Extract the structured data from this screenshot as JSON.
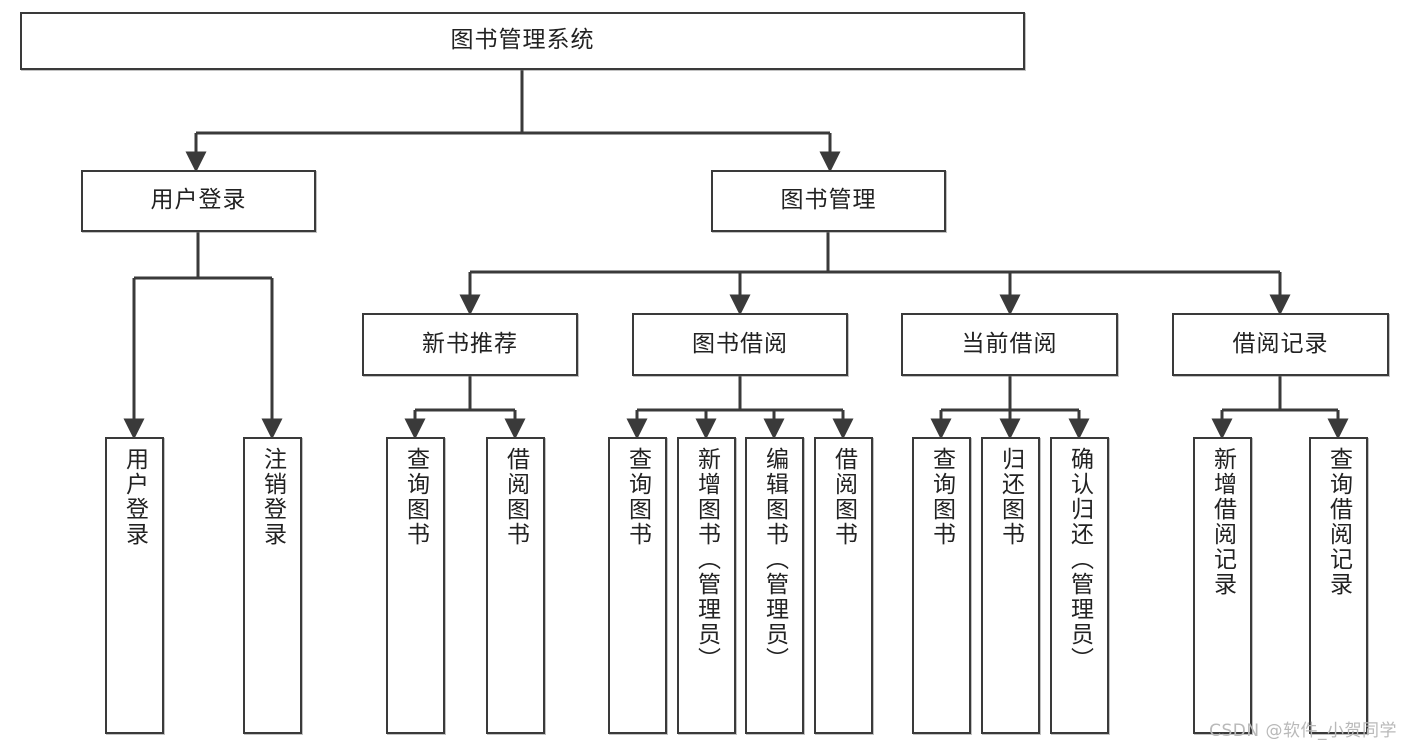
{
  "diagram": {
    "type": "tree-hierarchy-chart",
    "title": "图书管理系统",
    "watermark": "CSDN @软件_小贺同学",
    "colors": {
      "node_border": "#3a3a3a",
      "node_fill": "#ffffff",
      "edge": "#3a3a3a",
      "text": "#222222",
      "watermark": "#b9b9b9",
      "background": "#ffffff"
    },
    "nodes": {
      "root": {
        "label": "图书管理系统"
      },
      "level2": [
        {
          "id": "user-login",
          "label": "用户登录"
        },
        {
          "id": "book-management",
          "label": "图书管理"
        }
      ],
      "level3": [
        {
          "id": "new-book-recommend",
          "label": "新书推荐"
        },
        {
          "id": "book-borrow",
          "label": "图书借阅"
        },
        {
          "id": "current-borrow",
          "label": "当前借阅"
        },
        {
          "id": "borrow-record",
          "label": "借阅记录"
        }
      ],
      "leaves": [
        {
          "id": "leaf-user-login",
          "label": "用户登录",
          "parent": "user-login"
        },
        {
          "id": "leaf-logout-login",
          "label": "注销登录",
          "parent": "user-login"
        },
        {
          "id": "leaf-query-book-1",
          "label": "查询图书",
          "parent": "new-book-recommend"
        },
        {
          "id": "leaf-borrow-book-1",
          "label": "借阅图书",
          "parent": "new-book-recommend"
        },
        {
          "id": "leaf-query-book-2",
          "label": "查询图书",
          "parent": "book-borrow"
        },
        {
          "id": "leaf-add-book",
          "label": "新增图书（管理员）",
          "parent": "book-borrow"
        },
        {
          "id": "leaf-edit-book",
          "label": "编辑图书（管理员）",
          "parent": "book-borrow"
        },
        {
          "id": "leaf-borrow-book-2",
          "label": "借阅图书",
          "parent": "book-borrow"
        },
        {
          "id": "leaf-query-book-3",
          "label": "查询图书",
          "parent": "current-borrow"
        },
        {
          "id": "leaf-return-book",
          "label": "归还图书",
          "parent": "current-borrow"
        },
        {
          "id": "leaf-confirm-return",
          "label": "确认归还（管理员）",
          "parent": "current-borrow"
        },
        {
          "id": "leaf-add-record",
          "label": "新增借阅记录",
          "parent": "borrow-record"
        },
        {
          "id": "leaf-query-record",
          "label": "查询借阅记录",
          "parent": "borrow-record"
        }
      ]
    }
  }
}
